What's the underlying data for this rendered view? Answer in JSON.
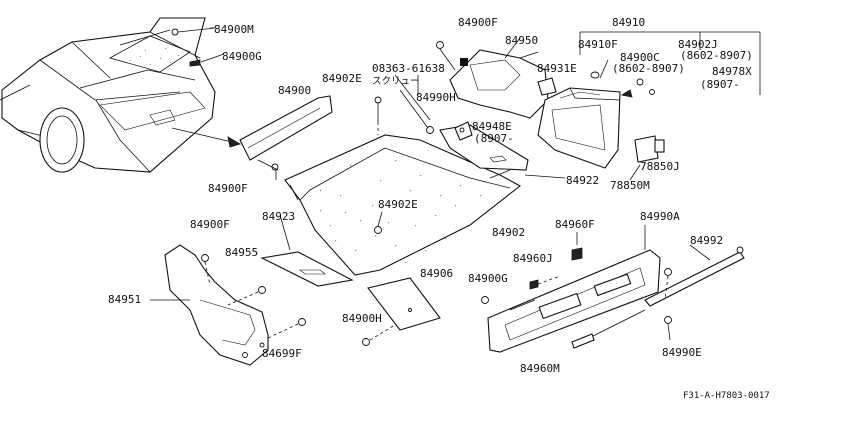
{
  "diagram": {
    "footer_code": "F31-A-H7803-0017",
    "labels": {
      "p84900M": "84900M",
      "p84900G_top": "84900G",
      "p84900F_top": "84900F",
      "p84950": "84950",
      "p84910": "84910",
      "p84910F": "84910F",
      "p84902J": "84902J",
      "p84900C": "84900C",
      "p8602_8907_a": "(8602-8907)",
      "p8602_8907_b": "(8602-8907)",
      "p84978X": "84978X",
      "p8907_right": "(8907-",
      "p08363": "08363-61638",
      "screw_jp": "スクリュー",
      "p84931E": "84931E",
      "p84902E_top": "84902E",
      "p84900": "84900",
      "p84990H": "84990H",
      "p84948E": "84948E",
      "p8907_mid": "(8907-",
      "p84900F_left": "84900F",
      "p84922": "84922",
      "p78850J": "78850J",
      "p78850M": "78850M",
      "p84900F_mid": "84900F",
      "p84923": "84923",
      "p84902E_mid": "84902E",
      "p84902": "84902",
      "p84960F": "84960F",
      "p84990A": "84990A",
      "p84992": "84992",
      "p84955": "84955",
      "p84960J": "84960J",
      "p84906": "84906",
      "p84951": "84951",
      "p84900G_mid": "84900G",
      "p84900H": "84900H",
      "p84699F": "84699F",
      "p84960M": "84960M",
      "p84990E": "84990E"
    }
  }
}
